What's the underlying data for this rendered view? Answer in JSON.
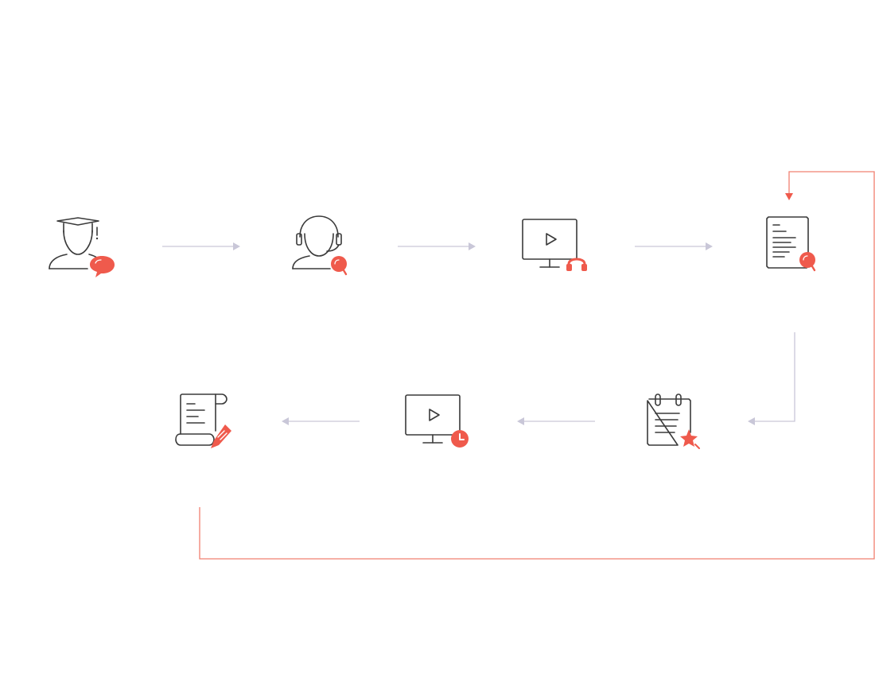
{
  "colors": {
    "icon_stroke": "#3a3a3a",
    "accent": "#ef5a4c",
    "accent_highlight": "#ffffff",
    "arrow_gray": "#c9c7d8",
    "loop_line": "#f08070"
  },
  "flow": {
    "steps": [
      {
        "id": "step-1",
        "icon": "graduate-chat-icon"
      },
      {
        "id": "step-2",
        "icon": "support-agent-search-icon"
      },
      {
        "id": "step-3",
        "icon": "monitor-play-headphones-icon"
      },
      {
        "id": "step-4",
        "icon": "document-search-icon"
      },
      {
        "id": "step-5",
        "icon": "notepad-star-icon"
      },
      {
        "id": "step-6",
        "icon": "monitor-play-clock-icon"
      },
      {
        "id": "step-7",
        "icon": "scroll-pen-icon"
      }
    ],
    "connectors": [
      {
        "from": "step-1",
        "to": "step-2",
        "style": "gray-arrow"
      },
      {
        "from": "step-2",
        "to": "step-3",
        "style": "gray-arrow"
      },
      {
        "from": "step-3",
        "to": "step-4",
        "style": "gray-arrow"
      },
      {
        "from": "step-4",
        "to": "step-5",
        "style": "gray-elbow-arrow"
      },
      {
        "from": "step-5",
        "to": "step-6",
        "style": "gray-arrow"
      },
      {
        "from": "step-6",
        "to": "step-7",
        "style": "gray-arrow"
      },
      {
        "from": "step-7",
        "to": "step-4",
        "style": "red-loop-arrow"
      }
    ]
  }
}
